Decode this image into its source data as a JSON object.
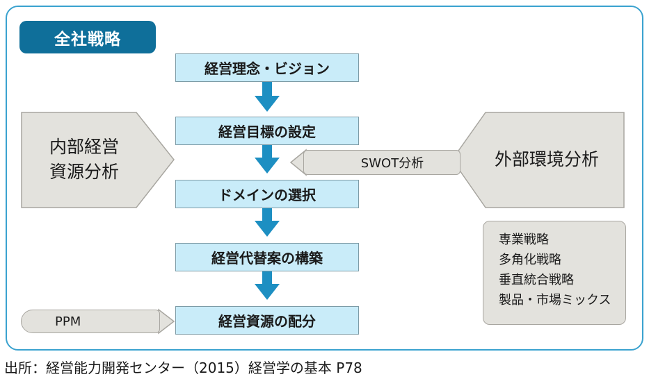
{
  "title": "全社戦略",
  "steps": [
    "経営理念・ビジョン",
    "経営目標の設定",
    "ドメインの選択",
    "経営代替案の構築",
    "経営資源の配分"
  ],
  "internal_analysis": {
    "line1": "内部経営",
    "line2": "資源分析"
  },
  "external_analysis": "外部環境分析",
  "swot": "SWOT分析",
  "ppm": "PPM",
  "strategies": [
    "専業戦略",
    "多角化戦略",
    "垂直統合戦略",
    "製品・市場ミックス"
  ],
  "colors": {
    "frame": "#3aa2cf",
    "badge": "#0f6f9a",
    "step": "#c9ecf9",
    "arrow": "#1d8fc2",
    "gray": "#e3e2dd"
  },
  "source": "出所：経営能力開発センター（2015）経営学の基本 P78"
}
